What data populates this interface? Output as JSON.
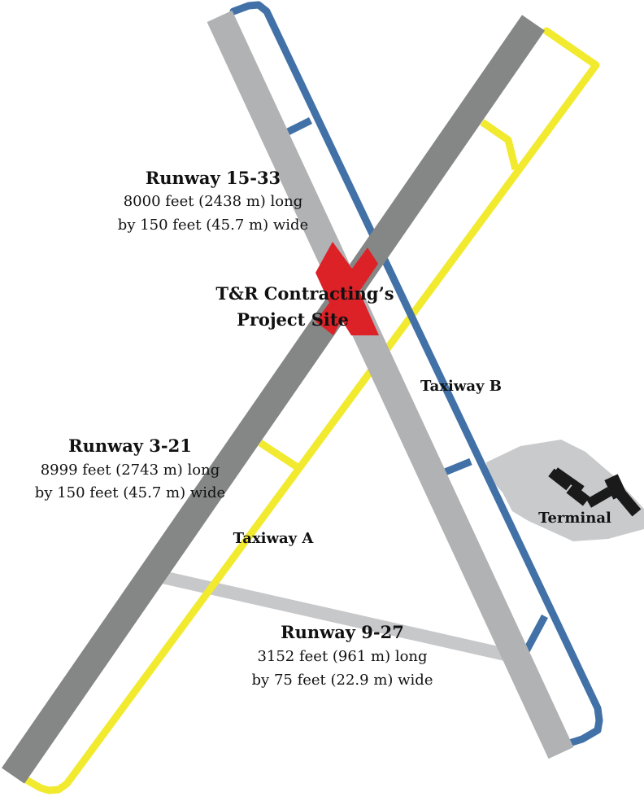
{
  "colors": {
    "runway_15_33": "#b1b2b4",
    "runway_3_21": "#858787",
    "runway_9_27": "#c7c8ca",
    "taxiway_a": "#f2ea2e",
    "taxiway_b": "#4171a6",
    "project_site": "#dc2127",
    "terminal_apron": "#c9cacc",
    "terminal_building": "#1a1a1a",
    "text": "#111111"
  },
  "runways": [
    {
      "id": "runway-15-33",
      "title": "Runway 15-33",
      "length": "8000 feet (2438 m) long",
      "width": "by 150 feet (45.7 m) wide"
    },
    {
      "id": "runway-3-21",
      "title": "Runway 3-21",
      "length": "8999 feet (2743 m) long",
      "width": "by 150 feet (45.7 m) wide"
    },
    {
      "id": "runway-9-27",
      "title": "Runway 9-27",
      "length": "3152 feet (961 m) long",
      "width": "by 75 feet (22.9 m) wide"
    }
  ],
  "project_site": {
    "line1": "T&R Contracting’s",
    "line2": "Project Site"
  },
  "taxiways": {
    "a": "Taxiway A",
    "b": "Taxiway B"
  },
  "terminal": {
    "label": "Terminal"
  }
}
